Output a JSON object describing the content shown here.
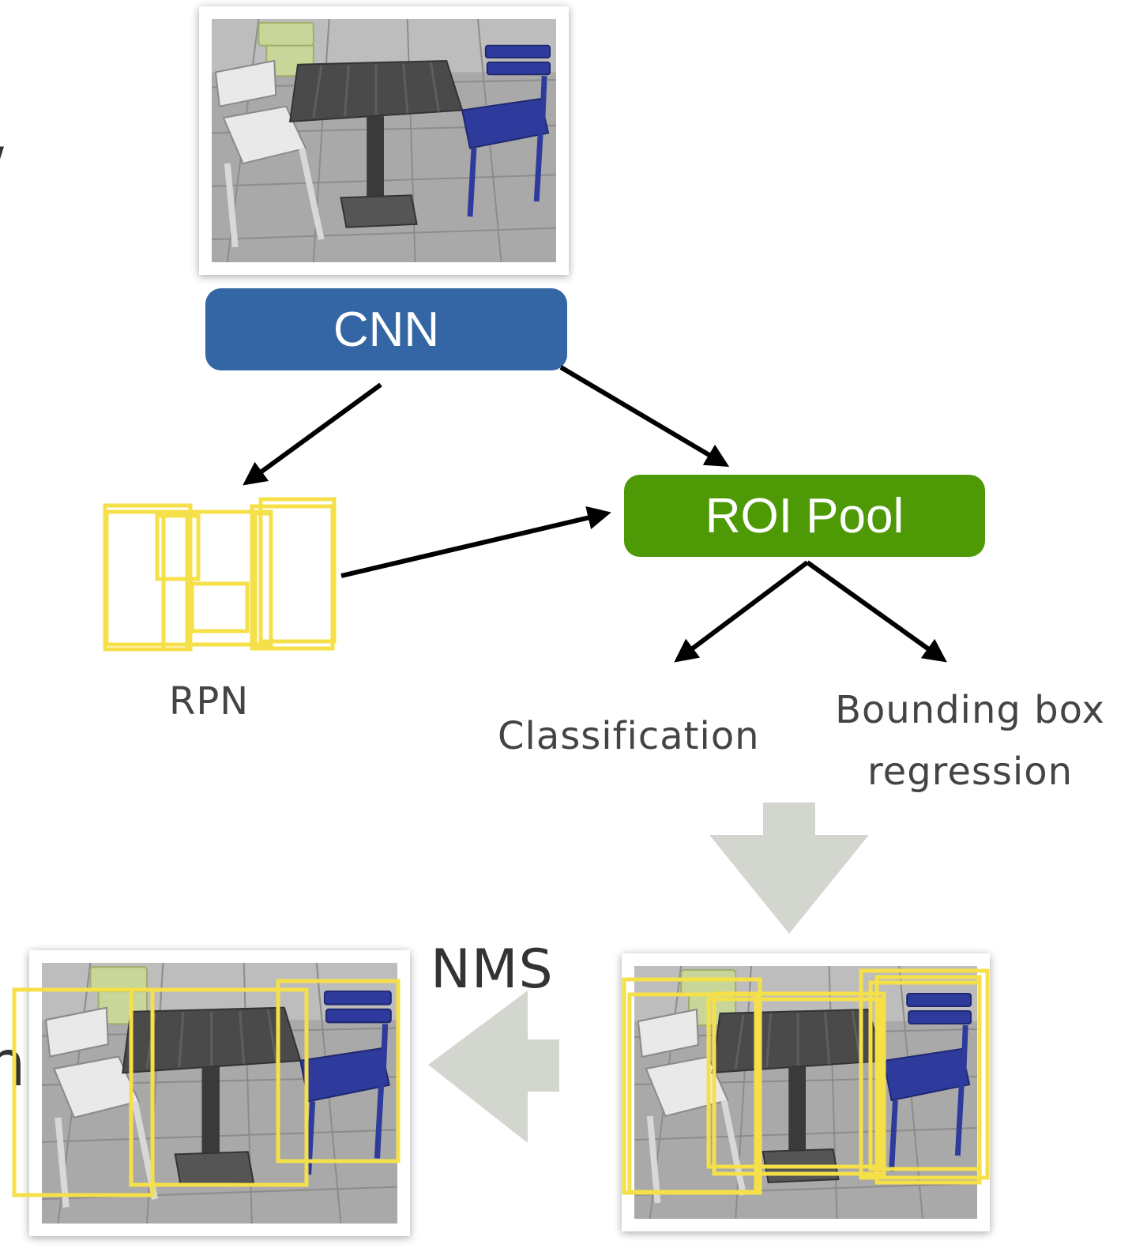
{
  "blocks": {
    "cnn": {
      "label": "CNN",
      "color": "#3465a4"
    },
    "roi_pool": {
      "label": "ROI Pool",
      "color": "#4e9a06"
    }
  },
  "labels": {
    "rpn": "RPN",
    "classification": "Classification",
    "bbox_line1": "Bounding box",
    "bbox_line2": "regression",
    "nms": "NMS"
  },
  "edge_fragments": {
    "top_left": "/",
    "bottom_left": "n"
  },
  "colors": {
    "proposal_box": "#f5e04a",
    "arrow": "#000000",
    "flow_arrow": "#d3d5cf",
    "blue_chair": "#2f3b9c",
    "green_chair": "#c9d69a"
  }
}
